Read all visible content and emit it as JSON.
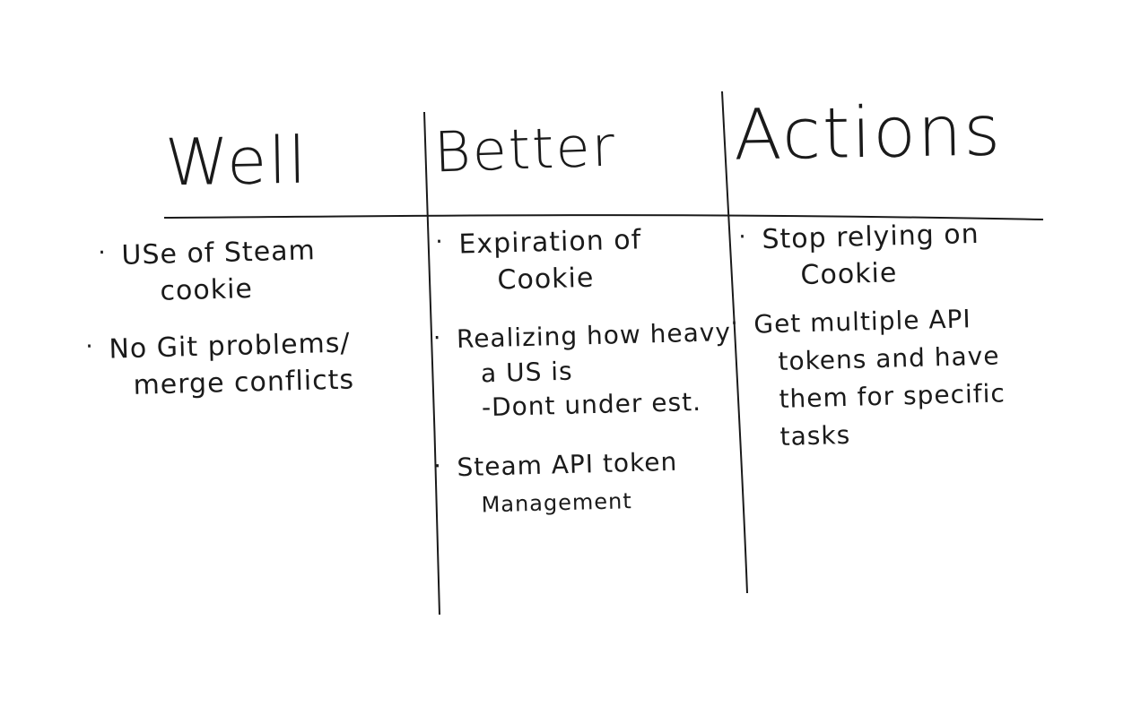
{
  "columns": [
    {
      "title": "Well",
      "items": [
        {
          "lines": [
            "USe of Steam",
            "cookie"
          ]
        },
        {
          "lines": [
            "No Git problems/",
            "merge conflicts"
          ]
        }
      ]
    },
    {
      "title": "Better",
      "items": [
        {
          "lines": [
            "Expiration of",
            "Cookie"
          ]
        },
        {
          "lines": [
            "Realizing how heavy",
            "a US is",
            "-Dont under est."
          ]
        },
        {
          "lines": [
            "Steam API token",
            "Management"
          ]
        }
      ]
    },
    {
      "title": "Actions",
      "items": [
        {
          "lines": [
            "Stop relying on",
            "Cookie"
          ]
        },
        {
          "lines": [
            "Get multiple API",
            "tokens and have",
            "them for specific",
            "tasks"
          ]
        }
      ]
    }
  ],
  "bullet_glyph": "·",
  "ink_color": "#1a1a1a"
}
